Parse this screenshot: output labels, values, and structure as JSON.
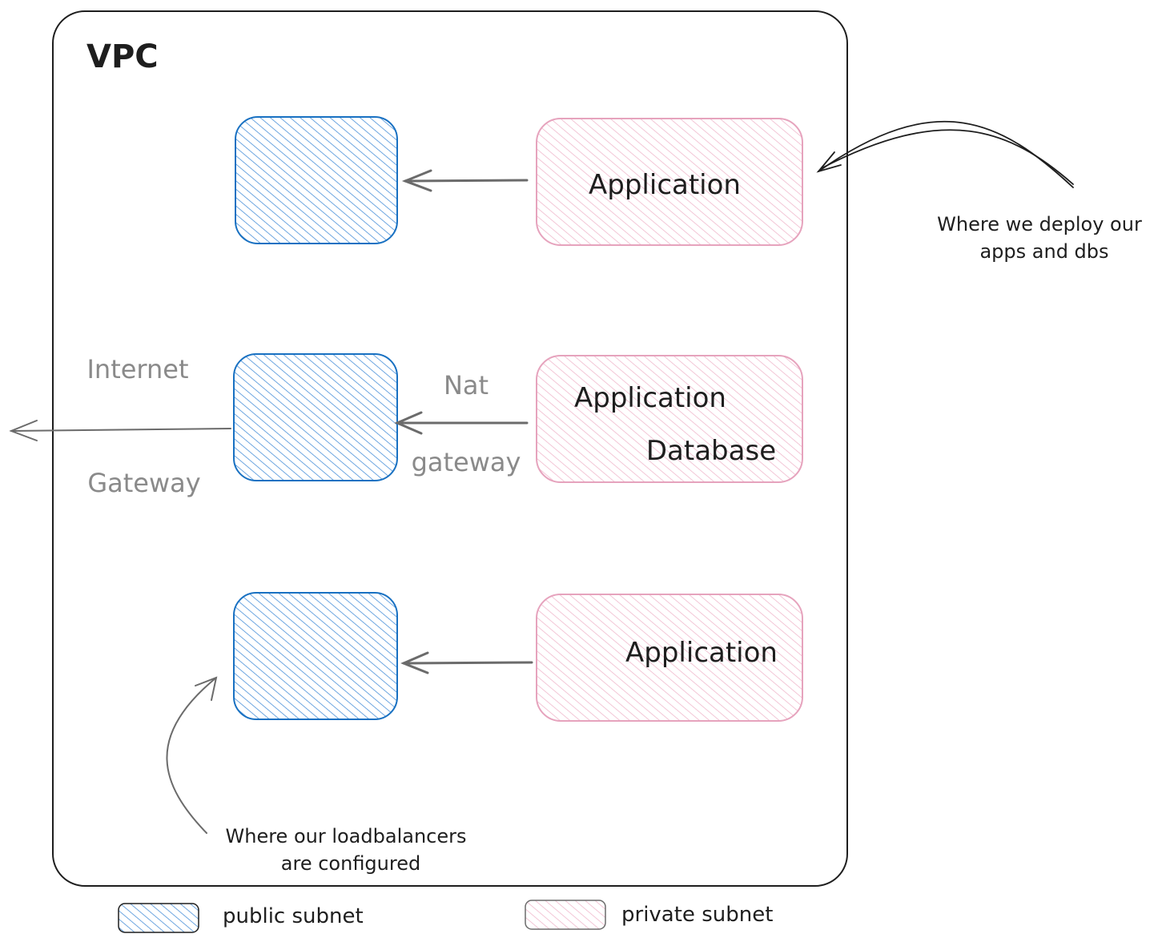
{
  "vpc": {
    "label": "VPC"
  },
  "annotations": {
    "private_note_line1": "Where we deploy our",
    "private_note_line2": "apps and dbs",
    "lb_note_line1": "Where our loadbalancers",
    "lb_note_line2": "are configured"
  },
  "edges": {
    "internet_gateway_line1": "Internet",
    "internet_gateway_line2": "Gateway",
    "nat_gateway_line1": "Nat",
    "nat_gateway_line2": "gateway"
  },
  "private_subnets": [
    {
      "lines": [
        "Application"
      ]
    },
    {
      "lines": [
        "Application",
        "Database"
      ]
    },
    {
      "lines": [
        "Application"
      ]
    }
  ],
  "legend": {
    "public": "public subnet",
    "private": "private subnet"
  },
  "colors": {
    "public_stroke": "#1971c2",
    "public_hatch": "#4a90d9",
    "private_stroke": "#e6a3bd",
    "private_hatch": "#f0b8cc",
    "arrow": "#6b6b6b",
    "gray_text": "#8a8a8a",
    "ink": "#1e1e1e"
  }
}
